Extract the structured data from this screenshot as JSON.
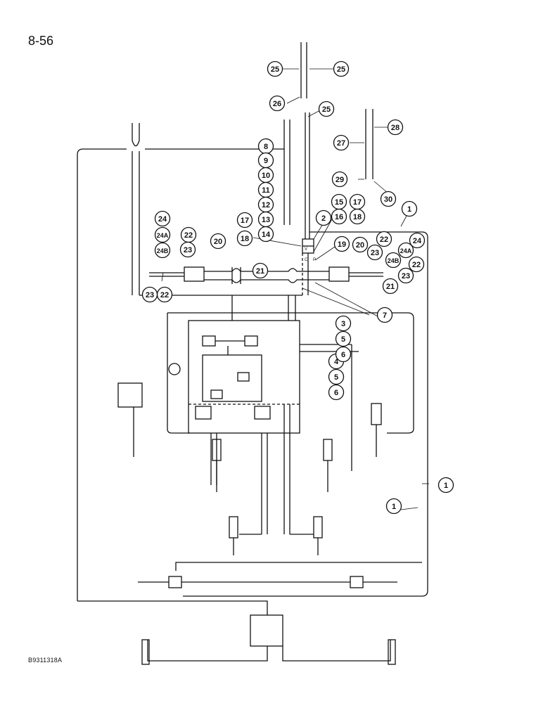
{
  "page_number": "8-56",
  "figure_id": "B9311318A",
  "callouts": [
    "1",
    "1",
    "1",
    "2",
    "3",
    "4",
    "5",
    "5",
    "6",
    "6",
    "7",
    "8",
    "9",
    "10",
    "11",
    "12",
    "13",
    "14",
    "15",
    "16",
    "17",
    "17",
    "18",
    "18",
    "19",
    "20",
    "20",
    "21",
    "21",
    "22",
    "22",
    "22",
    "22",
    "23",
    "23",
    "23",
    "23",
    "24",
    "24",
    "24A",
    "24A",
    "24B",
    "24B",
    "25",
    "25",
    "25",
    "26",
    "27",
    "28",
    "29",
    "30"
  ],
  "valve_port_labels": [
    "V",
    "C",
    "P"
  ]
}
